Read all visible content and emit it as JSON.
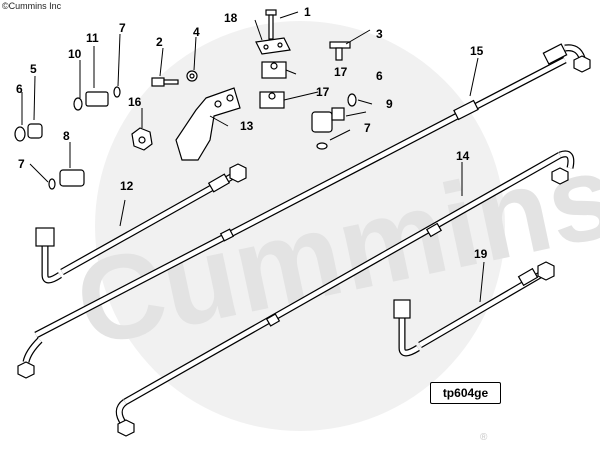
{
  "copyright": "©Cummins Inc",
  "watermark": "Cummins",
  "registered_mark": "®",
  "figure_id": "tp604ge",
  "callouts": [
    "1",
    "2",
    "3",
    "4",
    "5",
    "6",
    "6",
    "7",
    "7",
    "7",
    "8",
    "9",
    "10",
    "11",
    "12",
    "13",
    "14",
    "15",
    "16",
    "17",
    "17",
    "18",
    "19"
  ],
  "colors": {
    "line": "#000000",
    "watermark": "#ebebeb",
    "background": "#ffffff"
  }
}
